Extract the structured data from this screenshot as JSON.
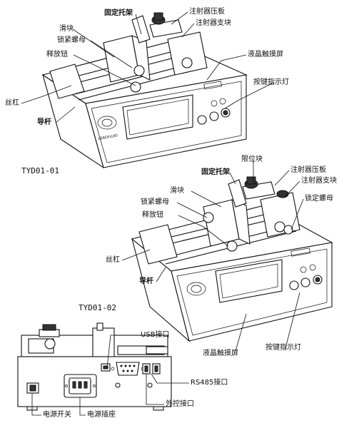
{
  "pump1": {
    "model": "TYD01-01",
    "labels": {
      "fixed_bracket": "固定托架",
      "slider": "滑块",
      "lock_nut": "锁紧螺母",
      "release_button": "释放钮",
      "lead_screw": "丝杠",
      "guide_rod": "导杆",
      "syringe_plate": "注射器压板",
      "syringe_holder": "注射器支块",
      "lcd_touchscreen": "液晶触摸屏",
      "key_indicator": "按键指示灯"
    }
  },
  "pump2": {
    "model": "TYD01-02",
    "labels": {
      "limit_block": "限位块",
      "fixed_bracket": "固定托架",
      "slider": "滑块",
      "lock_nut_left": "锁紧螺母",
      "release_button": "释放钮",
      "lead_screw": "丝杠",
      "guide_rod": "导杆",
      "syringe_plate": "注射器压板",
      "syringe_holder": "注射器支块",
      "lock_nut_right": "锁定螺母",
      "lcd_touchscreen": "液晶触摸屏",
      "key_indicator": "按键指示灯"
    }
  },
  "rear": {
    "labels": {
      "usb_port": "USB接口",
      "rs485_port": "RS485接口",
      "external_control": "外控接口",
      "power_switch": "电源开关",
      "power_socket": "电源插座"
    }
  }
}
